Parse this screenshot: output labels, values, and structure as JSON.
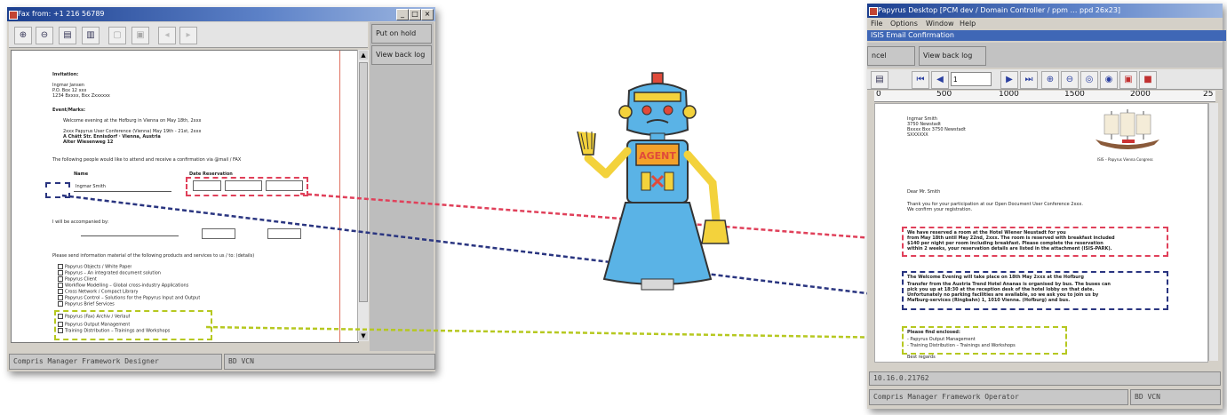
{
  "left_window": {
    "title": "Fax from: +1 216 56789",
    "side_buttons": [
      "Put on hold",
      "View back log"
    ],
    "status": [
      "Compris Manager Framework Designer",
      "BD VCN"
    ],
    "doc": {
      "invitation_label": "Invitation:",
      "addr": [
        "Ingmar Jansen",
        "P.O. Box 12 xxx",
        "1234 Bxxxx, Bxx Zxxxxxx"
      ],
      "event_label": "Event/Marks:",
      "items": [
        "Welcome evening at the Hofburg in Vienna on May 18th, 2xxx",
        "2xxx Papyrus User Conference (Vienna) May 19th - 21st, 2xxx",
        "A Chätt Str. Ennisdorf · Vienna, Austria",
        "Alter Wiesenweg 12"
      ],
      "people_line": "The following people would like to attend and receive a confirmation via @mail / FAX",
      "cols": [
        "Name",
        "Date Reservation"
      ],
      "person": "Ingmar Smith",
      "rep_label": "I will be accompanied by:",
      "info_line": "Please send information material of the following products and services to us / to: (details)",
      "products": [
        "Papyrus Objects / White Paper",
        "Papyrus – An integrated document solution",
        "Papyrus Client",
        "Workflow Modelling – Global cross-industry Applications",
        "Cross Network / Compact Library",
        "Papyrus Control – Solutions for the Papyrus Input and Output",
        "Papyrus Brief Services",
        "Papyrus (Fax) Archiv / Verlauf",
        "Papyrus Output Management",
        "Training Distribution – Trainings and Workshops"
      ]
    }
  },
  "right_window": {
    "title": "Papyrus Desktop  [PCM dev / Domain Controller / ppm … ppd 26x23]",
    "menu": [
      "File",
      "Options",
      "Window",
      "Help"
    ],
    "subtitle": "ISIS Email Confirmation",
    "side_buttons": [
      "ncel",
      "View back log"
    ],
    "page_field": "1",
    "ruler": [
      "0",
      "500",
      "1000",
      "1500",
      "2000",
      "25"
    ],
    "letter": {
      "address": [
        "Ingmar Smith",
        "3750 Newstadt",
        "Bxxxx Bxx 3750 Newstadt",
        "SXXXXXX"
      ],
      "logo_caption": "ISIS – Papyrus Vienna Congress",
      "greeting": "Dear Mr. Smith",
      "intro": [
        "Thank you for your participation at our Open Document User Conference 2xxx.",
        "We confirm your registration."
      ],
      "para_red": [
        "We have reserved a room at the Hotel Wiener Neustadt for you",
        "from May 18th until May 22nd, 2xxx. The room is reserved with breakfast included",
        "$140 per night per room including breakfast. Please complete the reservation",
        "within 2 weeks, your reservation details are listed in the attachment (ISIS-PARK)."
      ],
      "para_blue": [
        "The Welcome Evening will take place on 18th May 2xxx at the Hofburg",
        "Transfer from the Austria Trend Hotel Ananas is organised by bus. The buses can",
        "pick you up at 18:30 at the reception desk of the hotel lobby on that date.",
        "Unfortunately no parking facilities are available, so we ask you to join us by",
        "Mafburg-services (Ringbahn) 1, 1010 Vienna. (Hofburg) and bus."
      ],
      "para_green": [
        "Please find enclosed:",
        "- Papyrus Output Management",
        "- Training Distribution – Trainings and Workshops"
      ],
      "closing": "Best regards"
    },
    "status_top": "10.16.0.21762",
    "status": [
      "Compris Manager Framework Operator",
      "BD VCN"
    ]
  },
  "robot": {
    "chest_label": "AGENT"
  },
  "colors": {
    "red": "#e0405a",
    "blue": "#2a3580",
    "green": "#b6c820",
    "robot_body": "#5ab3e6",
    "robot_accent": "#f3d23c"
  }
}
